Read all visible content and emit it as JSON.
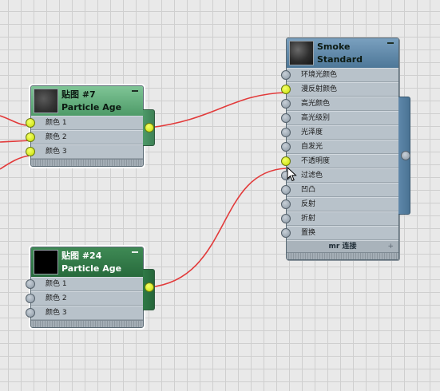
{
  "nodes": {
    "map7": {
      "title_line1": "贴图 #7",
      "title_line2": "Particle Age",
      "slots": [
        "颜色 1",
        "颜色 2",
        "颜色 3"
      ]
    },
    "map24": {
      "title_line1": "贴图 #24",
      "title_line2": "Particle Age",
      "slots": [
        "颜色 1",
        "颜色 2",
        "颜色 3"
      ]
    },
    "smoke": {
      "title_line1": "Smoke",
      "title_line2": "Standard",
      "slots": [
        "环境光颜色",
        "漫反射颜色",
        "高光颜色",
        "高光级别",
        "光泽度",
        "自发光",
        "不透明度",
        "过滤色",
        "凹凸",
        "反射",
        "折射",
        "置换"
      ],
      "footer_label": "mr 连接",
      "footer_plus": "+"
    }
  },
  "colors": {
    "wire": "#e23a3a",
    "socket_connected": "#d8f000",
    "socket_idle": "#9aa6b2",
    "header_green_light": "#5fae78",
    "header_green_dark": "#2f7a46",
    "header_blue": "#6890b2"
  },
  "icons": {
    "minimize": "minimize-icon",
    "cursor": "mouse-pointer-icon"
  }
}
